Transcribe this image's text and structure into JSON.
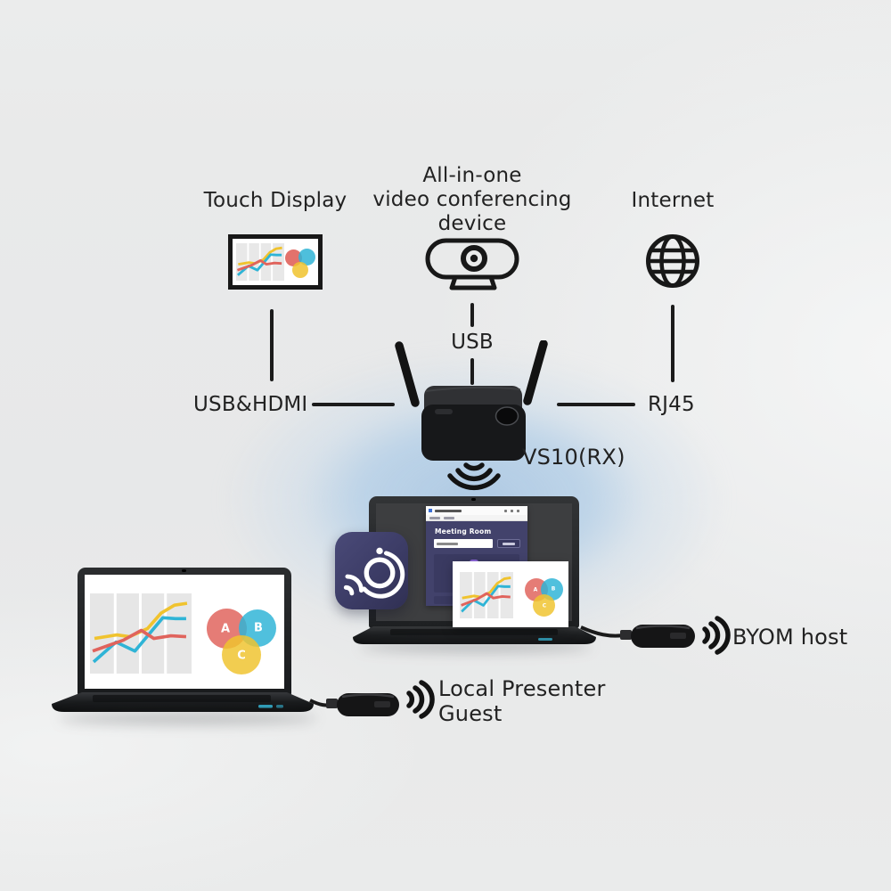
{
  "labels": {
    "touch_display": "Touch Display",
    "allinone_1": "All-in-one",
    "allinone_2": "video conferencing",
    "allinone_3": "device",
    "internet": "Internet",
    "usb": "USB",
    "usb_hdmi": "USB&HDMI",
    "rj45": "RJ45",
    "receiver_model": "VS10(RX)",
    "byom_host": "BYOM host",
    "local_presenter_1": "Local Presenter",
    "local_presenter_2": "Guest",
    "meeting_room": "Meeting Room"
  },
  "venn": {
    "a": "A",
    "b": "B",
    "c": "C"
  },
  "icons": {
    "display_icon": "touch display with chart",
    "webcam_icon": "all-in-one video bar camera",
    "globe_icon": "internet globe",
    "receiver_device": "VS10 receiver with antennas",
    "wifi_down_icon": "wireless signal downward",
    "wifi_right_icon": "wireless signal rightward",
    "app_icon": "wireless casting app",
    "dongle_button": "wireless presenter button dongle",
    "laptop": "laptop computer"
  },
  "colors": {
    "chart_red": "#e0635c",
    "chart_cyan": "#2fb4d6",
    "chart_yellow": "#f0c32e",
    "app_navy": "#42426b",
    "device_black": "#17181a",
    "connector_line": "#1b1b1b",
    "glow_blue": "#b5cfe8",
    "background_grey": "#e9eaea"
  }
}
